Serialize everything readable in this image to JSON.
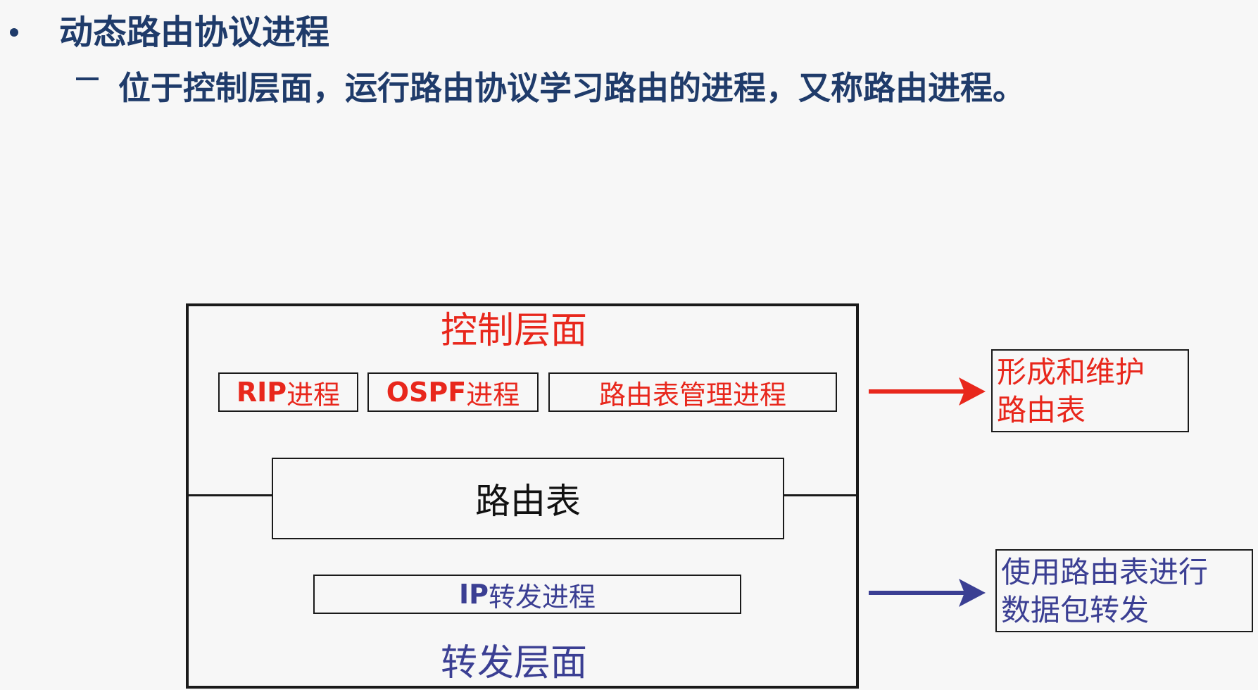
{
  "bullet": {
    "title": "动态路由协议进程",
    "sub_dash": "–",
    "subtitle": "位于控制层面，运行路由协议学习路由的进程，又称路由进程。"
  },
  "diagram": {
    "control_plane_label": "控制层面",
    "forwarding_plane_label": "转发层面",
    "processes": [
      {
        "prefix": "RIP",
        "suffix": "进程"
      },
      {
        "prefix": "OSPF",
        "suffix": "进程"
      },
      {
        "prefix": "",
        "suffix": "路由表管理进程"
      }
    ],
    "routing_table_label": "路由表",
    "ip_forwarding": {
      "prefix": "IP",
      "suffix": "转发进程"
    },
    "notes": {
      "control_line1": "形成和维护",
      "control_line2": "路由表",
      "forward_line1": "使用路由表进行",
      "forward_line2": "数据包转发"
    }
  },
  "colors": {
    "heading": "#1f3b6a",
    "control_red": "#e8271c",
    "forward_blue": "#3b3f93",
    "border": "#1a1a1a"
  }
}
